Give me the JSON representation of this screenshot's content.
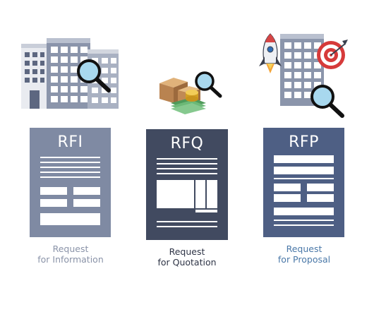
{
  "documents": [
    {
      "title": "RFI",
      "caption_line1": "Request",
      "caption_line2": "for Information",
      "color": "#7f8aa3",
      "caption_color": "#8a93a8"
    },
    {
      "title": "RFQ",
      "caption_line1": "Request",
      "caption_line2": "for Quotation",
      "color": "#414a60",
      "caption_color": "#2e3446"
    },
    {
      "title": "RFP",
      "caption_line1": "Request",
      "caption_line2": "for Proposal",
      "color": "#4e5f84",
      "caption_color": "#4a78a8"
    }
  ]
}
